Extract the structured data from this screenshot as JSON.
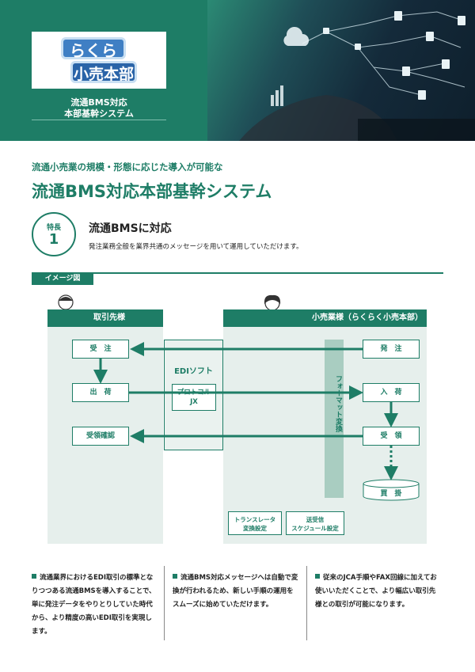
{
  "header": {
    "logo_top": "らくらく",
    "logo_bottom": "小売本部",
    "sub_line1": "流通BMS対応",
    "sub_line2": "本部基幹システム"
  },
  "titles": {
    "sub": "流通小売業の規模・形態に応じた導入が可能な",
    "main": "流通BMS対応本部基幹システム"
  },
  "feature": {
    "label": "特長",
    "number": "1",
    "title": "流通BMSに対応",
    "desc": "発注業務全般を業界共通のメッセージを用いて運用していただけます。"
  },
  "diagram": {
    "tag": "イメージ図",
    "left_header": "取引先様",
    "right_header": "小売業様（らくらく小売本部）",
    "left_boxes": [
      "受　注",
      "出　荷",
      "受領確認"
    ],
    "right_boxes": [
      "発　注",
      "入　荷",
      "受　領"
    ],
    "edi_title": "EDIソフト",
    "protocol": "プロトコル\nJX",
    "format": "フォーマット変換",
    "ledger": "買　掛",
    "translator": "トランスレータ\n変換設定",
    "schedule": "送受信\nスケジュール設定"
  },
  "columns": [
    "流通業界におけるEDI取引の標準となりつつある流通BMSを導入することで、単に発注データをやりとりしていた時代から、より精度の高いEDI取引を実現します。",
    "流通BMS対応メッセージへは自動で変換が行われるため、新しい手順の運用をスムーズに始めていただけます。",
    "従来のJCA手順やFAX回線に加えてお使いいただくことで、より幅広い取引先様との取引が可能になります。"
  ],
  "colors": {
    "brand": "#1e7d66",
    "panel": "#e6efec",
    "format": "#a9cdc1"
  }
}
